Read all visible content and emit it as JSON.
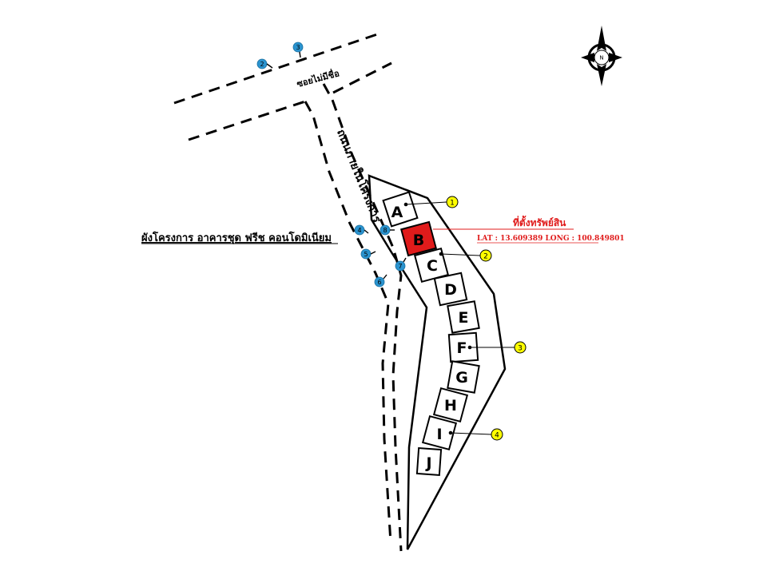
{
  "map": {
    "title": "ผังโครงการ อาคารชุด ฟรีช คอนโดมิเนียม",
    "soi_label": "ซอยไม่มีชื่อ",
    "road_label": "ถนนภายในโครงการ",
    "property_label": "ที่ตั้งทรัพย์สิน",
    "coordinates": "LAT : 13.609389 LONG : 100.849801",
    "north_letter": "N",
    "highlighted_building": "B",
    "highlight_color": "#e01b1b",
    "pin_color": "#2a93cf",
    "marker_color": "#ffff00"
  },
  "buildings": [
    {
      "id": "A",
      "label": "A"
    },
    {
      "id": "B",
      "label": "B"
    },
    {
      "id": "C",
      "label": "C"
    },
    {
      "id": "D",
      "label": "D"
    },
    {
      "id": "E",
      "label": "E"
    },
    {
      "id": "F",
      "label": "F"
    },
    {
      "id": "G",
      "label": "G"
    },
    {
      "id": "H",
      "label": "H"
    },
    {
      "id": "I",
      "label": "I"
    },
    {
      "id": "J",
      "label": "J"
    }
  ],
  "photo_points": [
    {
      "label": "2"
    },
    {
      "label": "3"
    },
    {
      "label": "4"
    },
    {
      "label": "5"
    },
    {
      "label": "6"
    },
    {
      "label": "7"
    },
    {
      "label": "8"
    }
  ],
  "markers": [
    {
      "label": "1"
    },
    {
      "label": "2"
    },
    {
      "label": "3"
    },
    {
      "label": "4"
    }
  ]
}
